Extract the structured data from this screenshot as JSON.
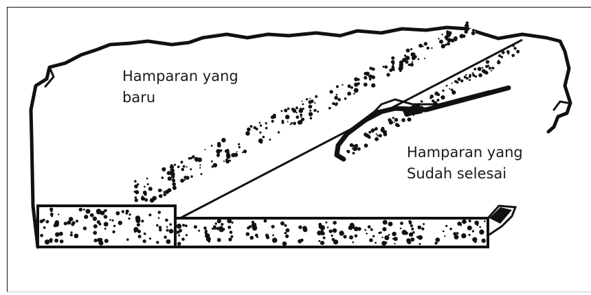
{
  "figure": {
    "labels": {
      "new_layer": {
        "line1": "Hamparan yang",
        "line2": "baru"
      },
      "finished_layer": {
        "line1": "Hamparan yang",
        "line2": "Sudah selesai"
      }
    },
    "colors": {
      "ink": "#111111",
      "paper": "#ffffff",
      "frame_bottom": "#c8c8c8"
    }
  }
}
